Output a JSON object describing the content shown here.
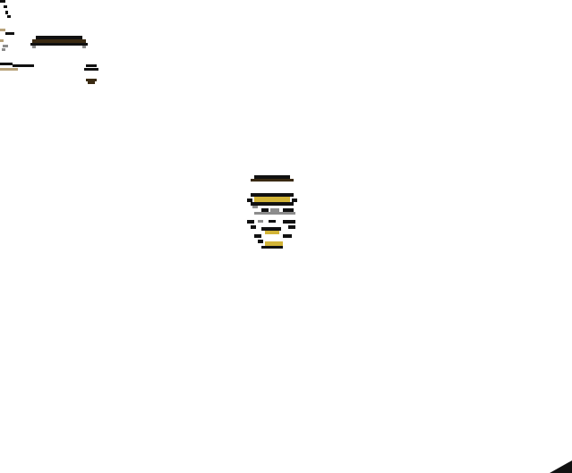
{
  "canvas": {
    "background": "#ffffff"
  },
  "colors": {
    "ink": "#111111",
    "dark_brown": "#3a2a12",
    "gold": "#d2b437",
    "pale_gold": "#e8d78a",
    "gray": "#8c8c8c",
    "tan": "#b8a27a"
  },
  "sprites": [
    {
      "name": "left-edge-fragment",
      "description_icon": "pixel-glyph-icon"
    },
    {
      "name": "top-left-hat-sprite",
      "description_icon": "hat-icon"
    },
    {
      "name": "center-figure-sprite",
      "description_icon": "figure-icon"
    },
    {
      "name": "bottom-right-corner-shape",
      "description_icon": "corner-wedge-icon"
    }
  ]
}
